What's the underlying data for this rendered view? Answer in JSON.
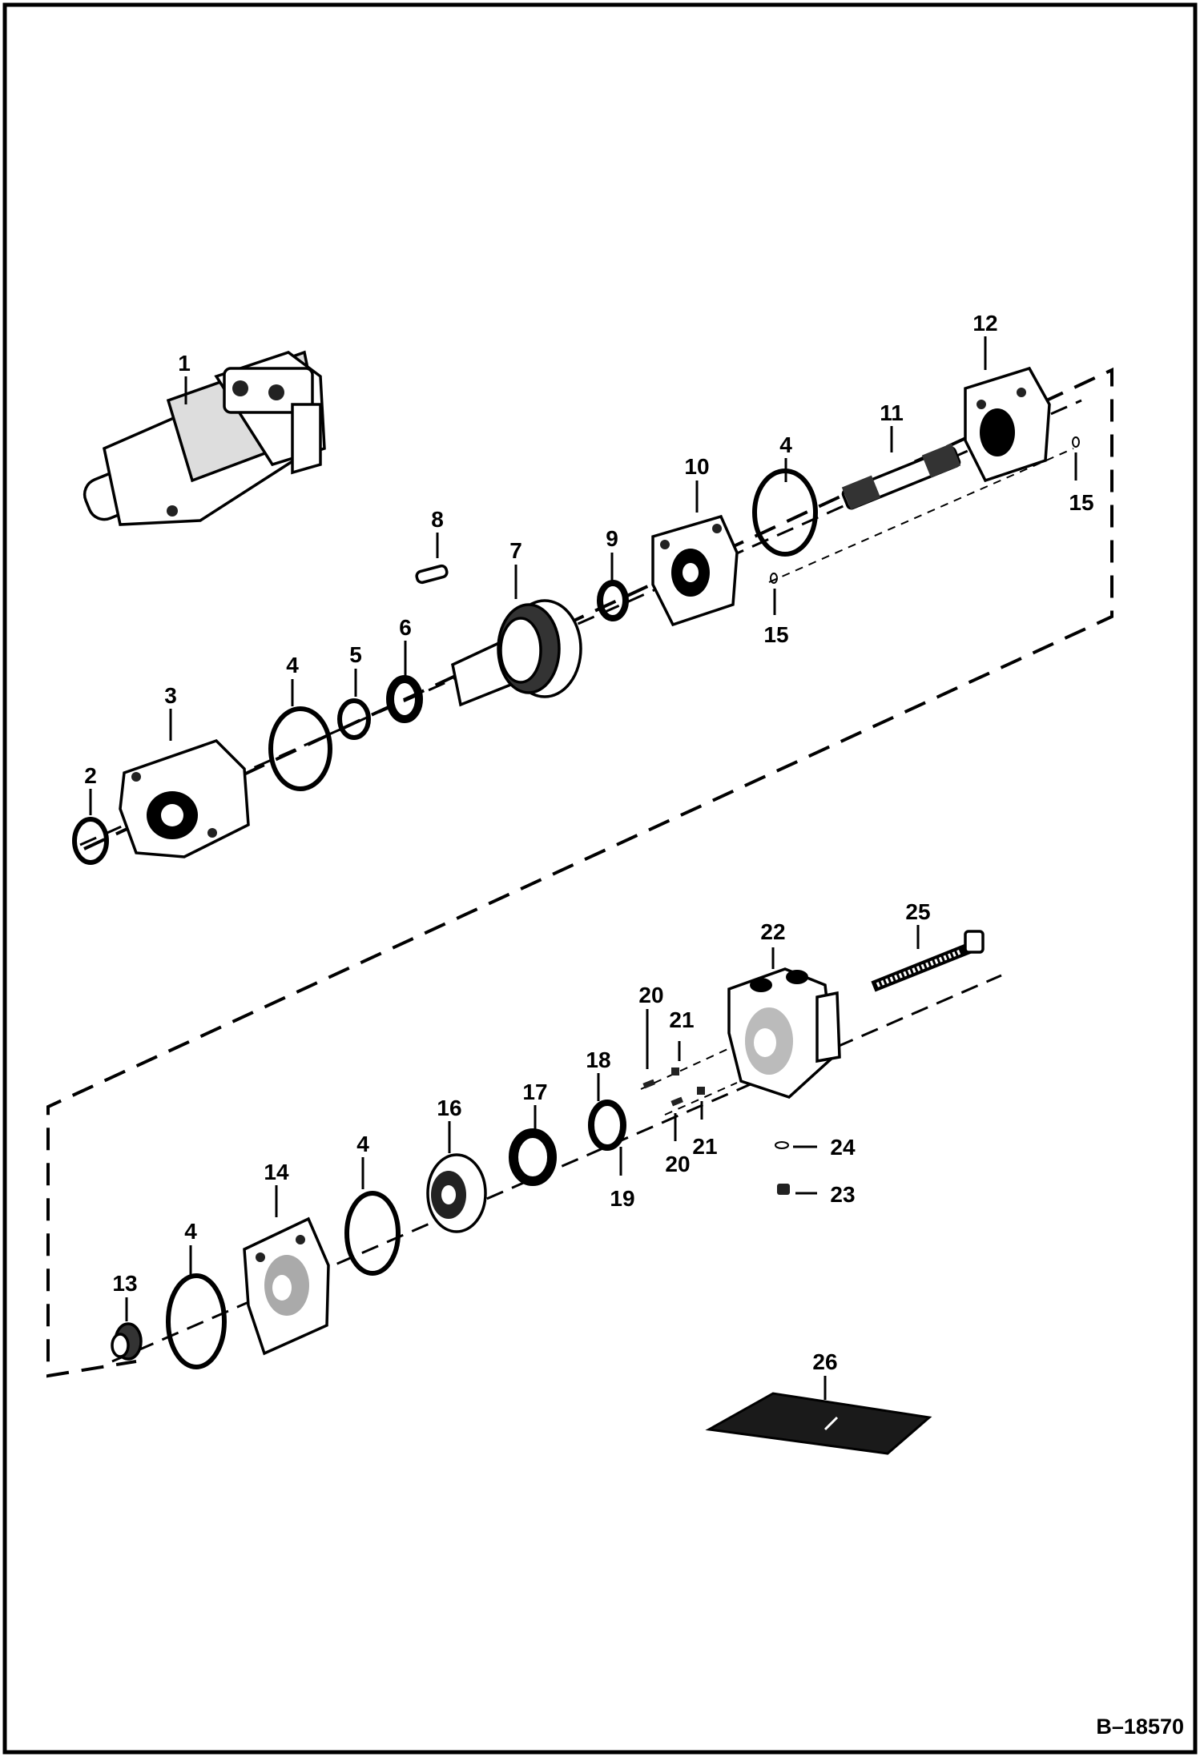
{
  "drawing_id": "B–18570",
  "parts": [
    {
      "number": "1"
    },
    {
      "number": "2"
    },
    {
      "number": "3"
    },
    {
      "number": "4"
    },
    {
      "number": "5"
    },
    {
      "number": "6"
    },
    {
      "number": "7"
    },
    {
      "number": "8"
    },
    {
      "number": "9"
    },
    {
      "number": "10"
    },
    {
      "number": "11"
    },
    {
      "number": "12"
    },
    {
      "number": "13"
    },
    {
      "number": "14"
    },
    {
      "number": "15"
    },
    {
      "number": "16"
    },
    {
      "number": "17"
    },
    {
      "number": "18"
    },
    {
      "number": "19"
    },
    {
      "number": "20"
    },
    {
      "number": "21"
    },
    {
      "number": "22"
    },
    {
      "number": "23"
    },
    {
      "number": "24"
    },
    {
      "number": "25"
    },
    {
      "number": "26"
    }
  ],
  "callouts": {
    "n1": "1",
    "n2": "2",
    "n3": "3",
    "n4a": "4",
    "n4b": "4",
    "n4c": "4",
    "n4d": "4",
    "n5": "5",
    "n6": "6",
    "n7": "7",
    "n8": "8",
    "n9": "9",
    "n10": "10",
    "n11": "11",
    "n12": "12",
    "n13": "13",
    "n14": "14",
    "n15a": "15",
    "n15b": "15",
    "n16": "16",
    "n17": "17",
    "n18": "18",
    "n19": "19",
    "n20a": "20",
    "n20b": "20",
    "n21a": "21",
    "n21b": "21",
    "n22": "22",
    "n23": "23",
    "n24": "24",
    "n25": "25",
    "n26": "26"
  }
}
